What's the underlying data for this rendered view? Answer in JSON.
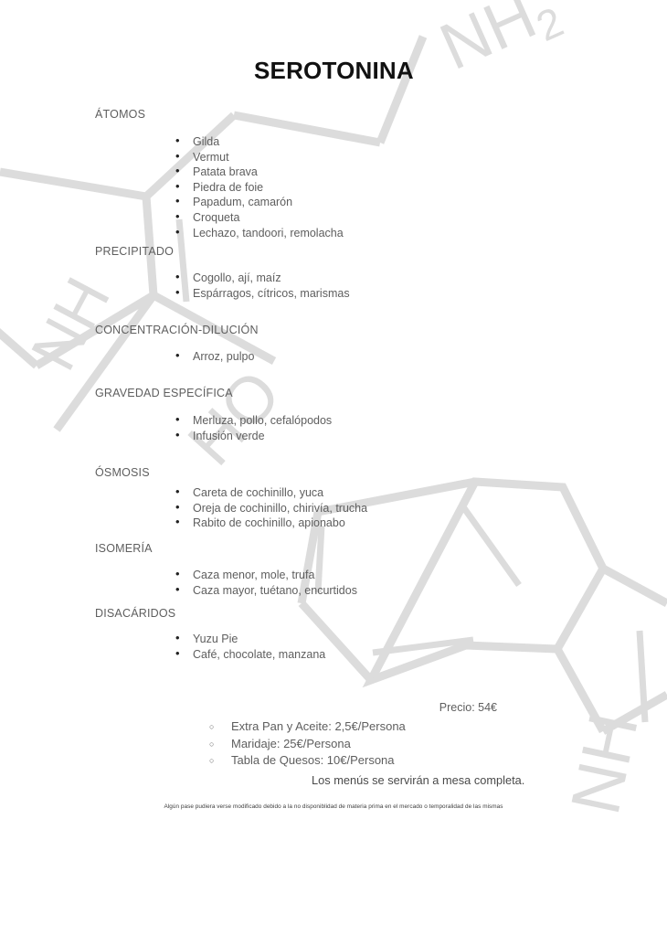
{
  "document": {
    "title": "SEROTONINA"
  },
  "sections": [
    {
      "heading": "ÁTOMOS",
      "items": [
        "Gilda",
        "Vermut",
        "Patata brava",
        "Piedra de foie",
        "Papadum, camarón",
        "Croqueta",
        "Lechazo, tandoori, remolacha"
      ]
    },
    {
      "heading": "PRECIPITADO",
      "items": [
        "Cogollo, ají, maíz",
        "Espárragos, cítricos, marismas"
      ]
    },
    {
      "heading": "CONCENTRACIÓN-DILUCIÓN",
      "items": [
        "Arroz, pulpo"
      ]
    },
    {
      "heading": "GRAVEDAD ESPECÍFICA",
      "items": [
        "Merluza, pollo, cefalópodos",
        "Infusión verde"
      ]
    },
    {
      "heading": "ÓSMOSIS",
      "items": [
        "Careta de cochinillo, yuca",
        "Oreja de cochinillo, chirivía, trucha",
        "Rabito de cochinillo, apionabo"
      ]
    },
    {
      "heading": "ISOMERÍA",
      "items": [
        "Caza menor, mole, trufa",
        "Caza mayor, tuétano, encurtidos"
      ]
    },
    {
      "heading": "DISACÁRIDOS",
      "items": [
        "Yuzu Pie",
        "Café, chocolate, manzana"
      ]
    }
  ],
  "pricing": {
    "price_label": "Precio: 54€",
    "options": [
      "Extra Pan y Aceite: 2,5€/Persona",
      "Maridaje: 25€/Persona",
      "Tabla de Quesos: 10€/Persona"
    ],
    "serve_note": "Los menús se servirán a mesa completa."
  },
  "footer": {
    "disclaimer": "Algún pase pudiera verse modificado debido a la no disponiblidad de materia prima en el mercado o temporalidad de las mismas"
  },
  "watermark": {
    "labels": [
      {
        "text": "NH",
        "sub": "2"
      },
      {
        "text": "NH"
      },
      {
        "text": "HO"
      },
      {
        "text": "NH"
      }
    ],
    "color": "#dcdcdc"
  },
  "colors": {
    "page_background": "#ffffff",
    "title": "#111111",
    "body_text": "#5e5e5e",
    "bullet": "#222222",
    "watermark": "#dcdcdc"
  }
}
